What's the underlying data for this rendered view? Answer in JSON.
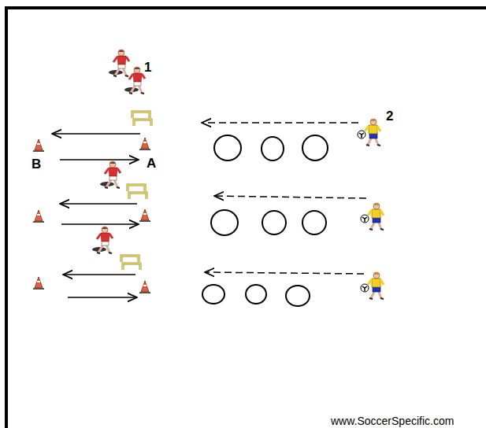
{
  "diagram": {
    "labels": [
      "1",
      "2",
      "B",
      "A",
      "www.SoccerSpecific.com"
    ]
  }
}
